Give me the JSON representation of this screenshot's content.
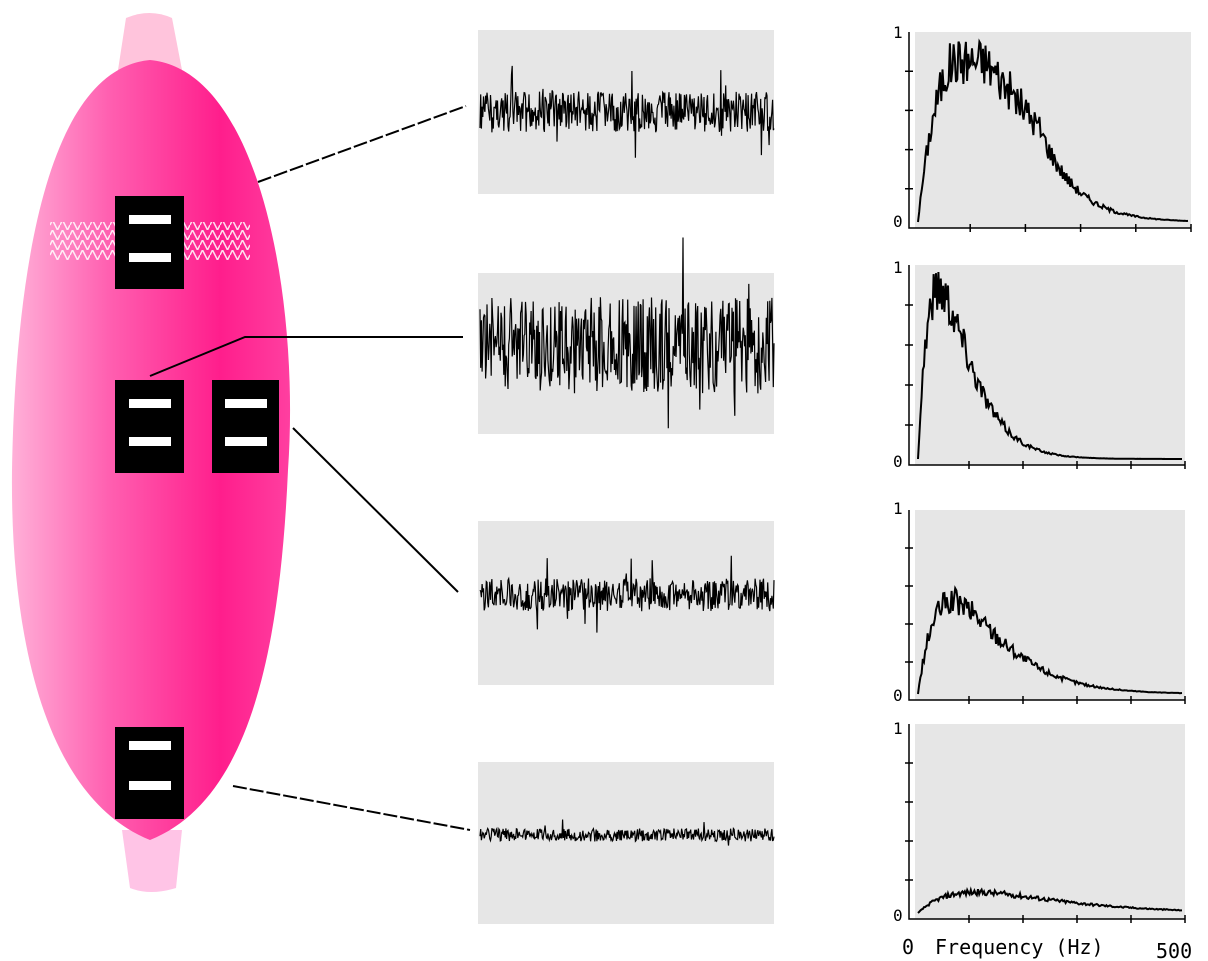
{
  "electrodes_on_muscle": 4,
  "signal_amplitudes": [
    0.25,
    0.6,
    0.2,
    0.08
  ],
  "spectra_peak_levels": [
    0.93,
    0.97,
    0.55,
    0.12
  ],
  "x_axis": {
    "title": "Frequency (Hz)",
    "min": "0",
    "max": "500"
  },
  "y_ticks": {
    "top": "1",
    "bottom": "0"
  },
  "colors": {
    "muscle_light": "#ff7fc4",
    "muscle_dark": "#ff1e8c",
    "panel": "#e6e6e6",
    "trace": "#000000"
  }
}
